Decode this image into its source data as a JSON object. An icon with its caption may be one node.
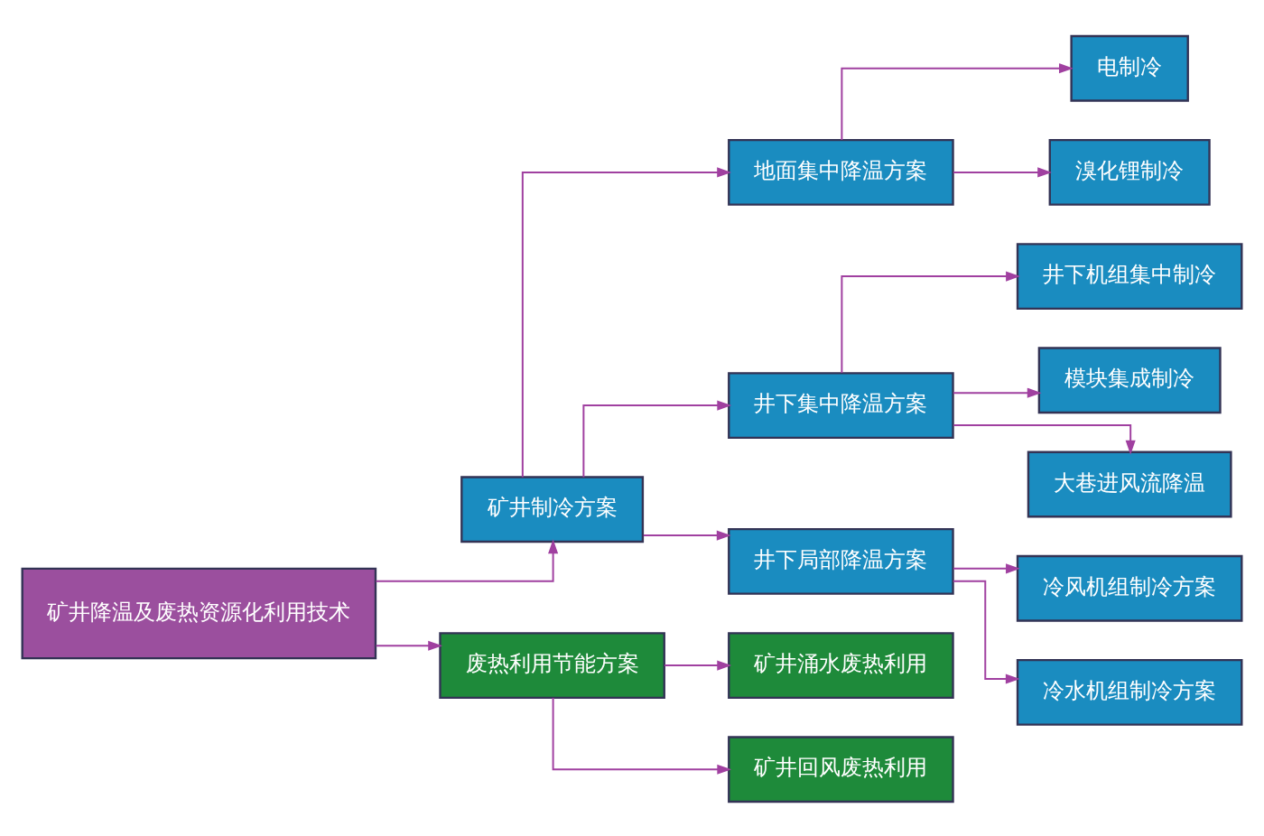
{
  "diagram": {
    "nodes": [
      {
        "text": [
          "矿井降温及废热资源化利用技术"
        ]
      },
      {
        "text": [
          "矿井制冷方案"
        ]
      },
      {
        "text": [
          "地面集中降温方案"
        ]
      },
      {
        "text": [
          "电制冷"
        ]
      },
      {
        "text": [
          "溴化锂制冷"
        ]
      },
      {
        "text": [
          "井下集中降温方案"
        ]
      },
      {
        "text": [
          "井下机组集中制冷"
        ]
      },
      {
        "text": [
          "模块集成制冷"
        ]
      },
      {
        "text": [
          "大巷进风流降温"
        ]
      },
      {
        "text": [
          "井下局部降温方案"
        ]
      },
      {
        "text": [
          "冷风机组制冷方案"
        ]
      },
      {
        "text": [
          "冷水机组制冷方案"
        ]
      },
      {
        "text": [
          "废热利用节能方案"
        ]
      },
      {
        "text": [
          "矿井涌水废热利用"
        ]
      },
      {
        "text": [
          "矿井回风废热利用"
        ]
      }
    ],
    "edges": [
      {
        "from": 0,
        "to": 1,
        "arrow": "to"
      },
      {
        "from": 0,
        "to": 12,
        "arrow": "to"
      },
      {
        "from": 1,
        "to": 2,
        "arrow": "to"
      },
      {
        "from": 1,
        "to": 5,
        "arrow": "to"
      },
      {
        "from": 1,
        "to": 9,
        "arrow": "to"
      },
      {
        "from": 2,
        "to": 3,
        "arrow": "to"
      },
      {
        "from": 2,
        "to": 4,
        "arrow": "to"
      },
      {
        "from": 5,
        "to": 6,
        "arrow": "to"
      },
      {
        "from": 5,
        "to": 7,
        "arrow": "to"
      },
      {
        "from": 5,
        "to": 8,
        "arrow": "to"
      },
      {
        "from": 9,
        "to": 10,
        "arrow": "to"
      },
      {
        "from": 9,
        "to": 11,
        "arrow": "to"
      },
      {
        "from": 12,
        "to": 13,
        "arrow": "to"
      },
      {
        "from": 12,
        "to": 14,
        "arrow": "to"
      }
    ]
  }
}
